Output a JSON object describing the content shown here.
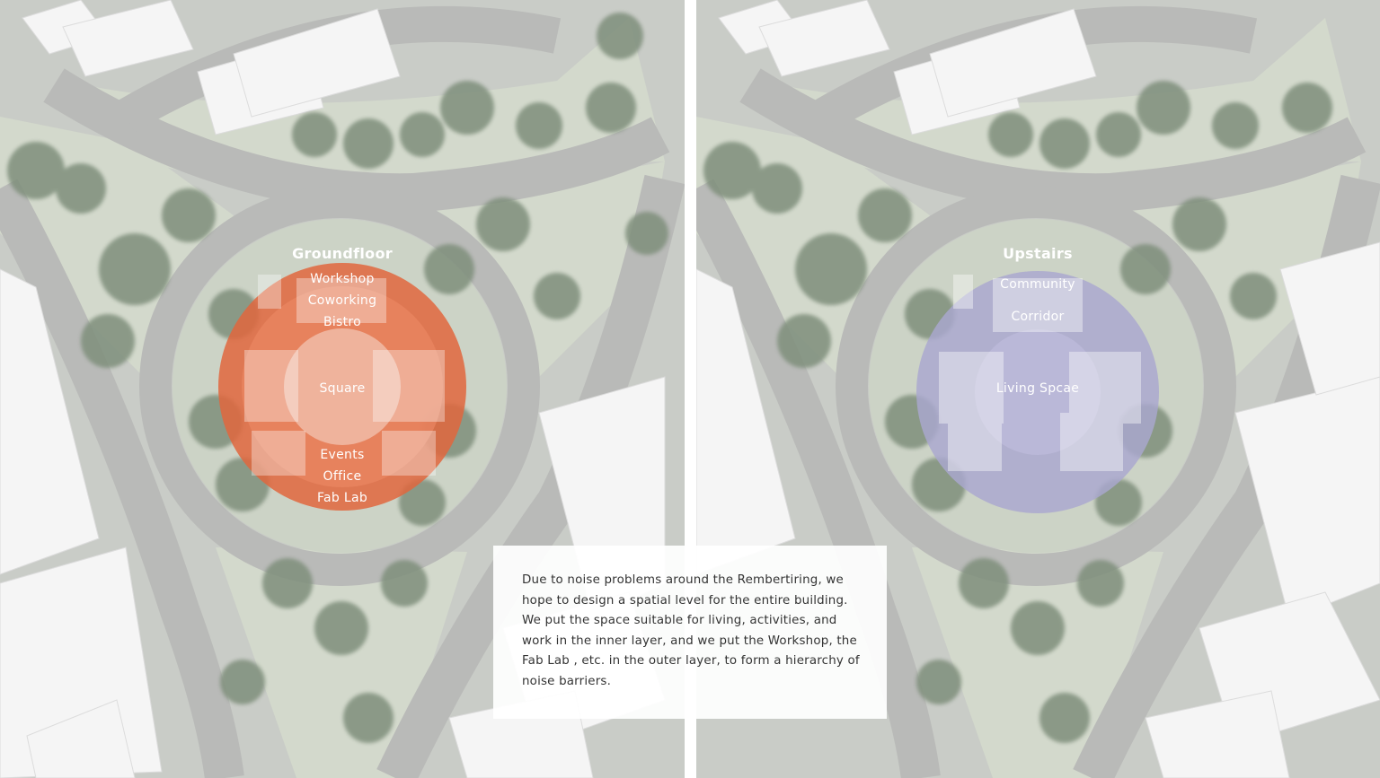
{
  "left": {
    "title": "Groundfloor",
    "outer_labels": [
      "Workshop",
      "Coworking",
      "Bistro"
    ],
    "center_label": "Square",
    "lower_labels": [
      "Events",
      "Office",
      "Fab Lab"
    ],
    "ring_color": "#e0663d"
  },
  "right": {
    "title": "Upstairs",
    "upper_labels": [
      "Community",
      "Corridor"
    ],
    "center_label": "Living Spcae",
    "ring_color": "#a9a7cf"
  },
  "description": "Due to noise problems around the Rembertiring, we hope to design a spatial level for the entire building. We put the space suitable for living, activities, and work in the inner layer, and we put the Workshop, the Fab Lab , etc. in the outer layer, to form a hierarchy of noise barriers.",
  "colors": {
    "road": "#b9bab8",
    "grass": "#d3d9cc",
    "tree": "#7f8f7c",
    "building": "#f5f5f5",
    "gap": "#ffffff"
  }
}
